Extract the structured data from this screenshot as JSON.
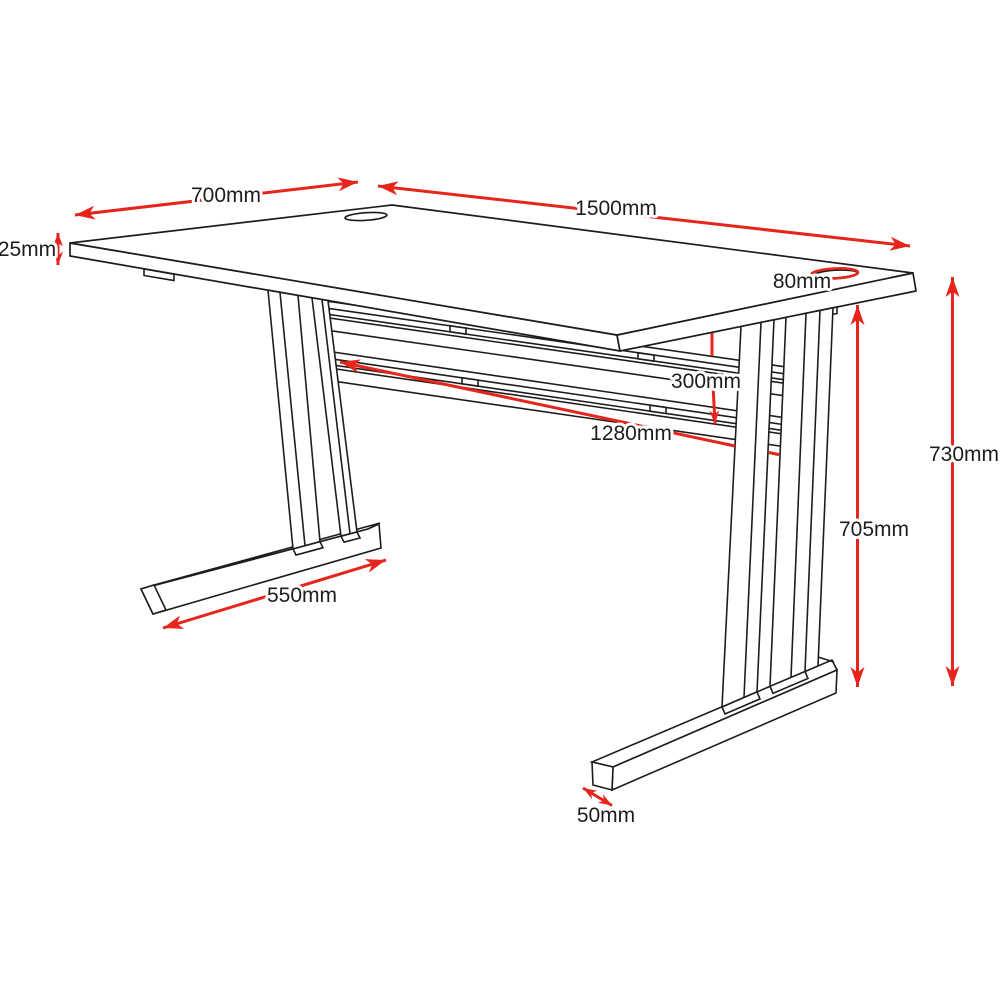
{
  "figure": {
    "type": "technical-drawing",
    "subject": "cantilever desk dimension diagram",
    "colors": {
      "line": "#1d1d1b",
      "dimension": "#e6251c",
      "background": "#ffffff"
    }
  },
  "dimensions": {
    "desk_depth": "700mm",
    "desk_width": "1500mm",
    "top_thickness": "25mm",
    "grommet_diameter": "80mm",
    "rail_drop": "300mm",
    "rail_length": "1280mm",
    "foot_length": "550mm",
    "underside_height": "705mm",
    "overall_height": "730mm",
    "foot_width": "50mm"
  }
}
